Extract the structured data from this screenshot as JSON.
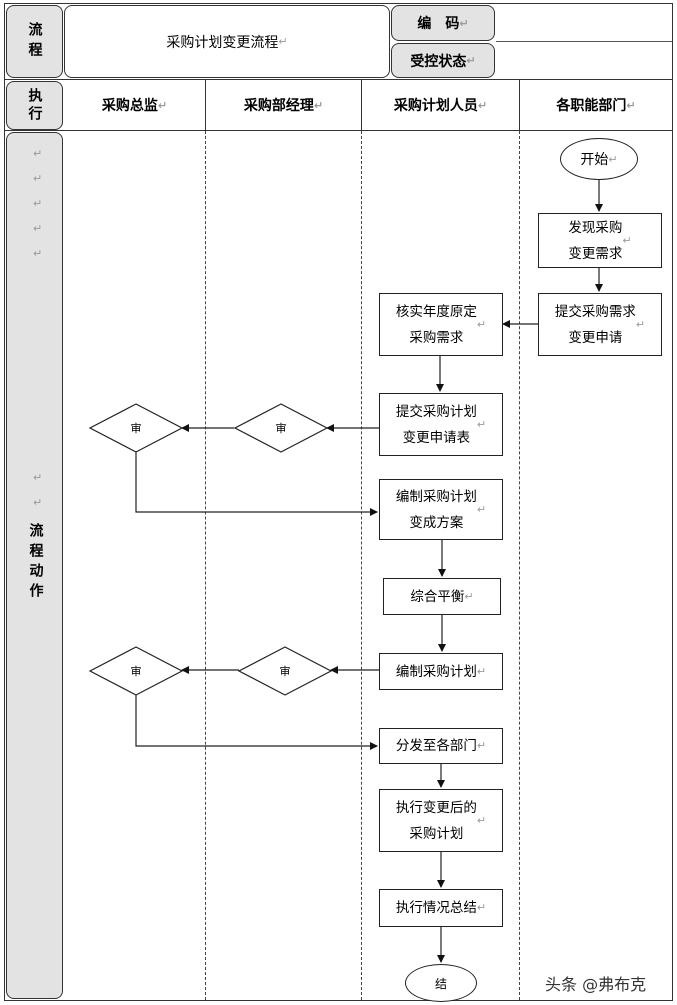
{
  "header": {
    "row_label_process": "流程",
    "title": "采购计划变更流程",
    "code_label": "编　码",
    "control_label": "受控状态",
    "code_value": "",
    "control_value": ""
  },
  "lanes_header": {
    "row_label_execute": "执行",
    "lanes": [
      "采购总监",
      "采购部经理",
      "采购计划人员",
      "各职能部门"
    ]
  },
  "body": {
    "row_label_flow": "流程动作",
    "return_mark": "↵"
  },
  "nodes": {
    "start": "开始",
    "discover": "发现采购\n变更需求",
    "submit_dept": "提交采购需求\n变更申请",
    "verify": "核实年度原定\n采购需求",
    "submit_plan": "提交采购计划\n变更申请表",
    "draft": "编制采购计划\n变成方案",
    "balance": "综合平衡",
    "compile": "编制采购计划",
    "distribute": "分发至各部门",
    "execute": "执行变更后的\n采购计划",
    "summary": "执行情况总结",
    "end": "结"
  },
  "decisions": {
    "label": "审"
  },
  "watermark": "头条 @弗布克"
}
